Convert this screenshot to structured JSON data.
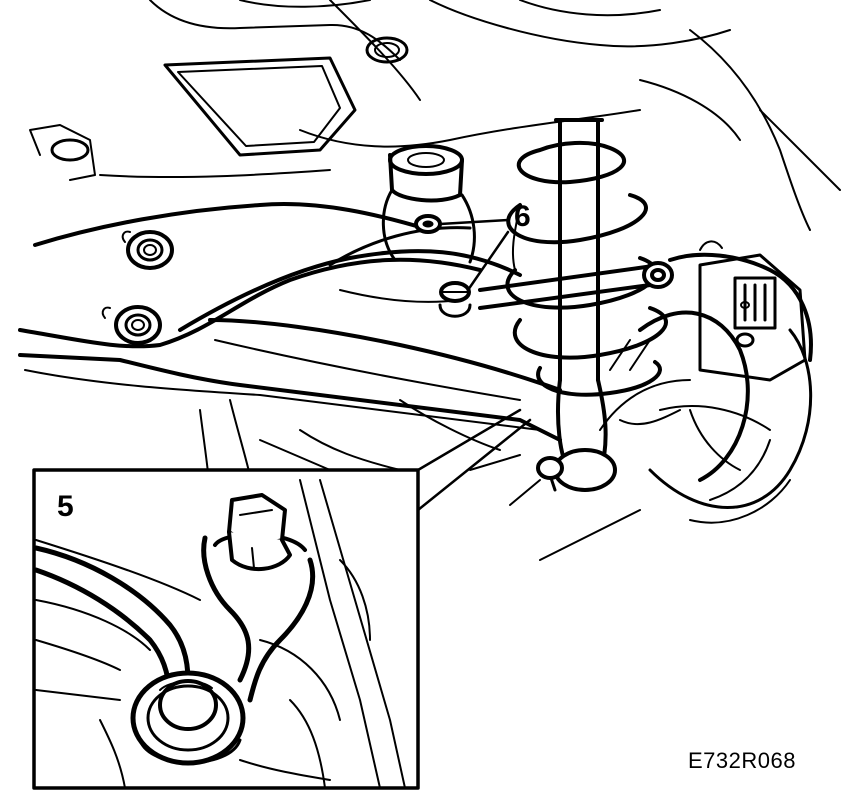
{
  "figure": {
    "callouts": {
      "six": "6",
      "five": "5"
    },
    "code": "E732R068"
  },
  "colors": {
    "ink": "#000000",
    "paper": "#ffffff"
  }
}
